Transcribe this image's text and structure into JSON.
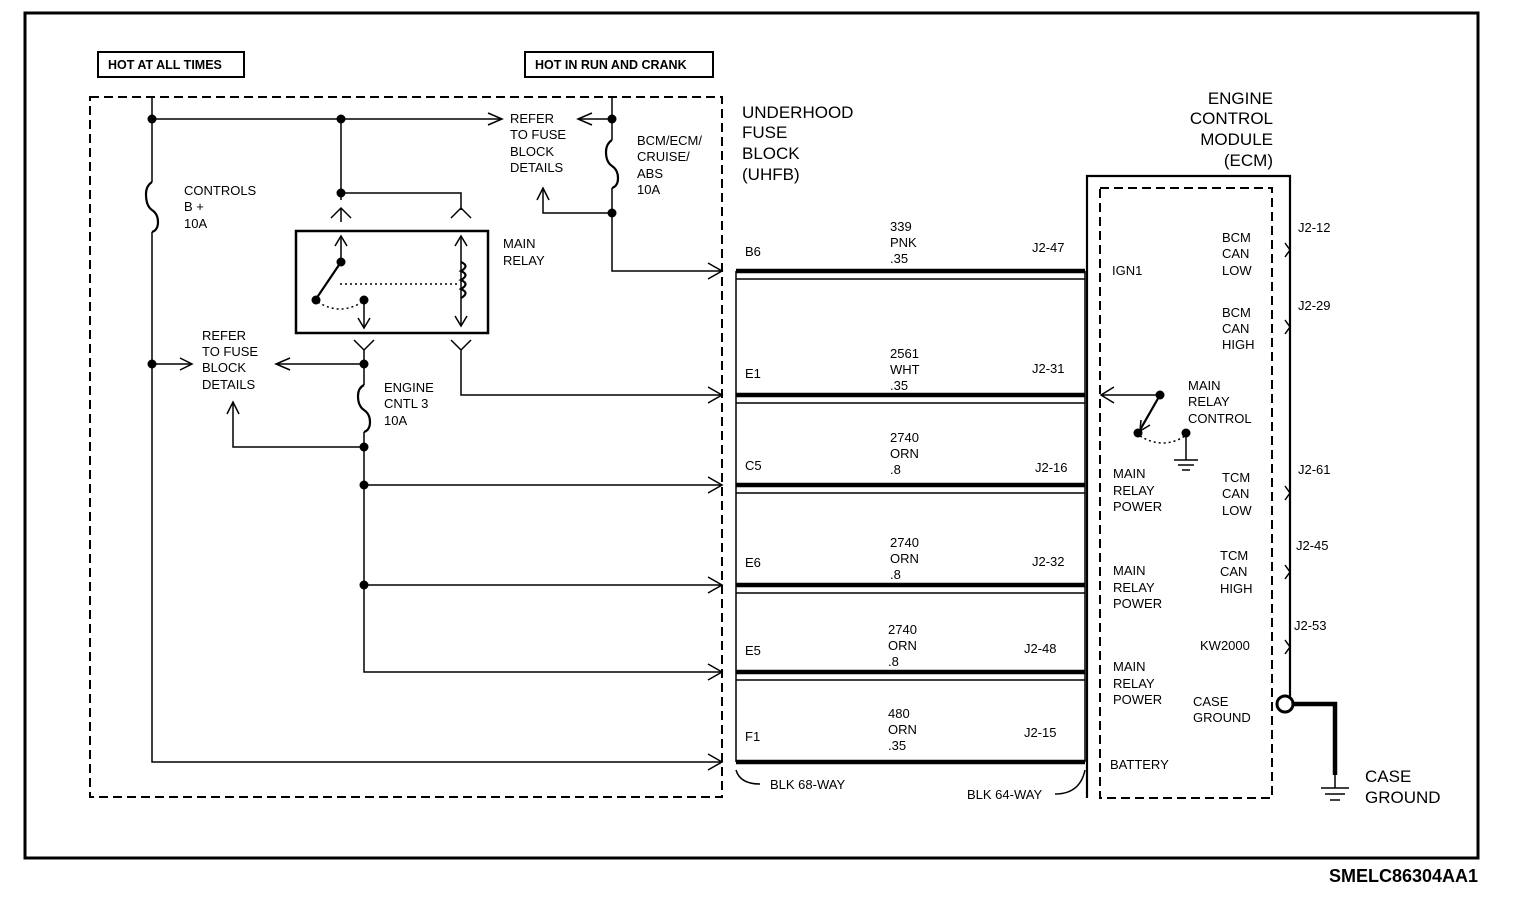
{
  "labels": {
    "hot_at_all_times": "HOT AT ALL TIMES",
    "hot_in_run_and_crank": "HOT IN RUN AND CRANK",
    "refer_top": [
      "REFER",
      "TO FUSE",
      "BLOCK",
      "DETAILS"
    ],
    "refer_left": [
      "REFER",
      "TO FUSE",
      "BLOCK",
      "DETAILS"
    ],
    "fuse_bcm": [
      "BCM/ECM/",
      "CRUISE/",
      "ABS",
      "10A"
    ],
    "fuse_controls": [
      "CONTROLS",
      "B +",
      "10A"
    ],
    "fuse_engine": [
      "ENGINE",
      "CNTL 3",
      "10A"
    ],
    "main_relay": [
      "MAIN",
      "RELAY"
    ],
    "uhfb_title": [
      "UNDERHOOD",
      "FUSE",
      "BLOCK",
      "(UHFB)"
    ],
    "ecm_title": [
      "ENGINE",
      "CONTROL",
      "MODULE",
      "(ECM)"
    ],
    "blk68": "BLK 68-WAY",
    "blk64": "BLK 64-WAY",
    "case_ground": [
      "CASE",
      "GROUND"
    ],
    "diagram_code": "SMELC86304AA1"
  },
  "circuits": [
    {
      "uhfb_pin": "B6",
      "wire": [
        "339",
        "PNK",
        ".35"
      ],
      "ecm_pin": "J2-47"
    },
    {
      "uhfb_pin": "E1",
      "wire": [
        "2561",
        "WHT",
        ".35"
      ],
      "ecm_pin": "J2-31"
    },
    {
      "uhfb_pin": "C5",
      "wire": [
        "2740",
        "ORN",
        ".8"
      ],
      "ecm_pin": "J2-16"
    },
    {
      "uhfb_pin": "E6",
      "wire": [
        "2740",
        "ORN",
        ".8"
      ],
      "ecm_pin": "J2-32"
    },
    {
      "uhfb_pin": "E5",
      "wire": [
        "2740",
        "ORN",
        ".8"
      ],
      "ecm_pin": "J2-48"
    },
    {
      "uhfb_pin": "F1",
      "wire": [
        "480",
        "ORN",
        ".35"
      ],
      "ecm_pin": "J2-15"
    }
  ],
  "ecm_left": {
    "ign1": "IGN1",
    "main_relay_control": [
      "MAIN",
      "RELAY",
      "CONTROL"
    ],
    "main_relay_power_1": [
      "MAIN",
      "RELAY",
      "POWER"
    ],
    "main_relay_power_2": [
      "MAIN",
      "RELAY",
      "POWER"
    ],
    "main_relay_power_3": [
      "MAIN",
      "RELAY",
      "POWER"
    ],
    "battery": "BATTERY"
  },
  "ecm_right": [
    {
      "pin": "J2-12",
      "label": [
        "BCM",
        "CAN",
        "LOW"
      ]
    },
    {
      "pin": "J2-29",
      "label": [
        "BCM",
        "CAN",
        "HIGH"
      ]
    },
    {
      "pin": "J2-61",
      "label": [
        "TCM",
        "CAN",
        "LOW"
      ]
    },
    {
      "pin": "J2-45",
      "label": [
        "TCM",
        "CAN",
        "HIGH"
      ]
    },
    {
      "pin": "J2-53",
      "label": [
        "KW2000"
      ]
    }
  ],
  "ecm_case_ground": [
    "CASE",
    "GROUND"
  ]
}
